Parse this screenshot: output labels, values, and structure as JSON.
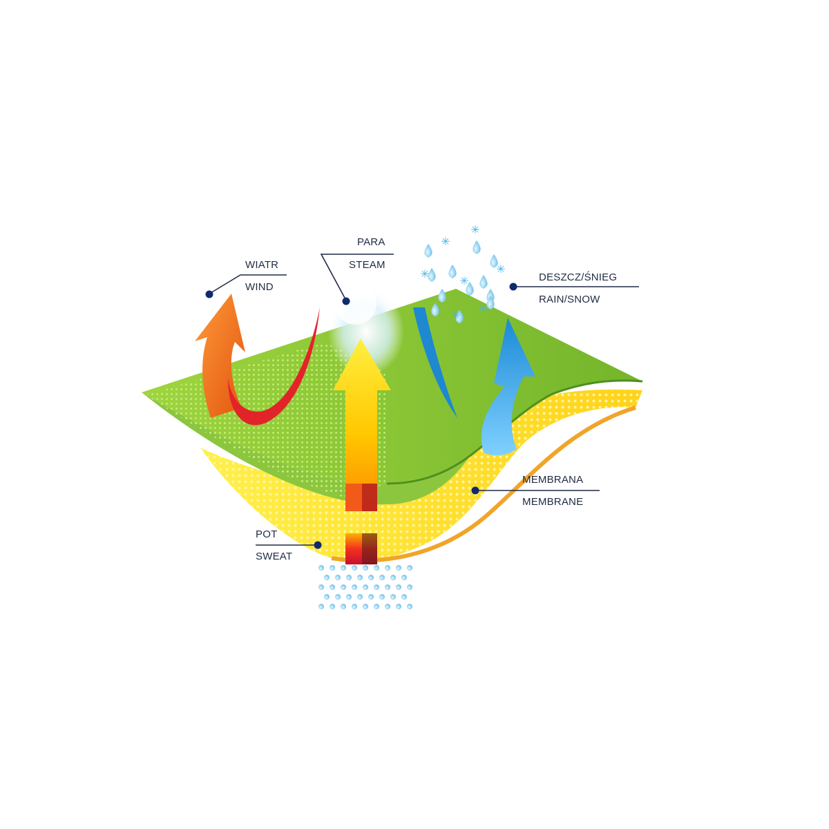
{
  "labels": {
    "wind_pl": "WIATR",
    "wind_en": "WIND",
    "steam_pl": "PARA",
    "steam_en": "STEAM",
    "rain_pl": "DESZCZ/ŚNIEG",
    "rain_en": "RAIN/SNOW",
    "membrane_pl": "MEMBRANA",
    "membrane_en": "MEMBRANE",
    "sweat_pl": "POT",
    "sweat_en": "SWEAT"
  },
  "colors": {
    "outer_layer": "#8cc63f",
    "membrane_layer": "#ffe21a",
    "wind_arrow": "#f07a1e",
    "wind_deflect": "#e3232a",
    "steam_arrow": "#ffd400",
    "rain_arrow": "#2aa0e0",
    "drops": "#9ed6f2",
    "leader": "#1f2a44"
  }
}
